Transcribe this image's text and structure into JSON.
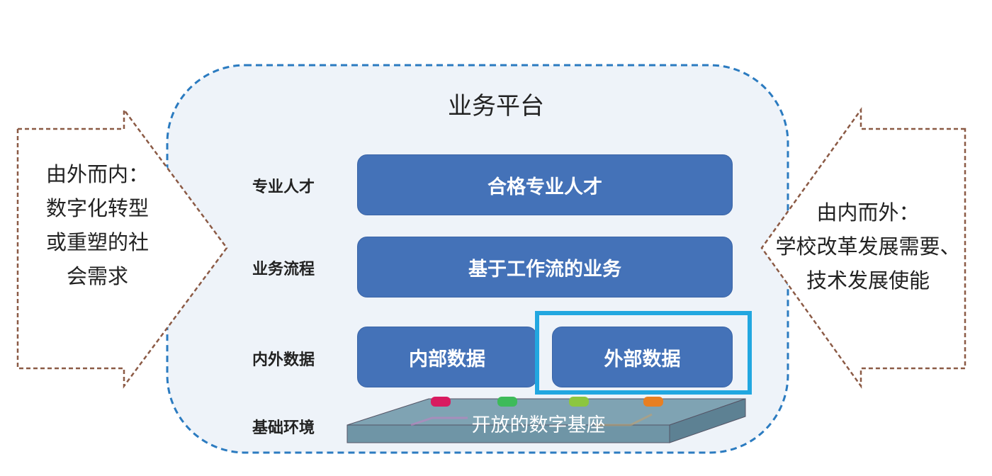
{
  "title": "业务平台",
  "left_arrow": {
    "lines": [
      "由外而内：",
      "数字化转型",
      "或重塑的社",
      "会需求"
    ]
  },
  "right_arrow": {
    "lines": [
      "由内而外：",
      "学校改革发展需要、",
      "技术发展使能"
    ]
  },
  "rows": [
    {
      "label": "专业人才",
      "bars": [
        "合格专业人才"
      ]
    },
    {
      "label": "业务流程",
      "bars": [
        "基于工作流的业务"
      ]
    },
    {
      "label": "内外数据",
      "bars": [
        "内部数据",
        "外部数据"
      ]
    },
    {
      "label": "基础环境",
      "bars": [
        "开放的数字基座"
      ]
    }
  ],
  "colors": {
    "bar": "#4472b8",
    "highlight": "#22a7e0",
    "platform_border": "#2b7bc0",
    "arrow_border": "#8b5a45"
  }
}
